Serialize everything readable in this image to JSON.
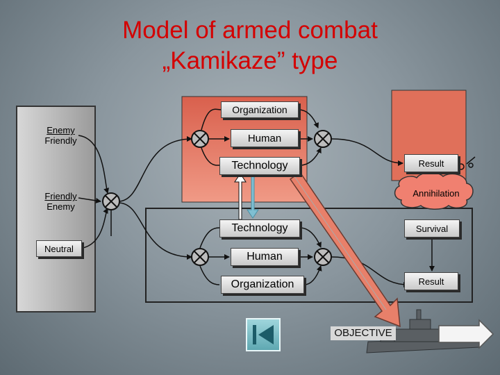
{
  "title": {
    "line1": "Model of armed combat",
    "line2": "„Kamikaze” type"
  },
  "left_panel": {
    "enemy_friendly": [
      "Enemy",
      "Friendly"
    ],
    "friendly_enemy": [
      "Friendly",
      "Enemy"
    ],
    "neutral": "Neutral"
  },
  "top_side": {
    "organization": "Organization",
    "human": "Human",
    "technology": "Technology"
  },
  "bottom_side": {
    "technology": "Technology",
    "human": "Human",
    "organization": "Organization"
  },
  "outcomes": {
    "result_top": "Result",
    "annihilation": "Annihilation",
    "survival": "Survival",
    "result_bottom": "Result"
  },
  "objective": "OBJECTIVE",
  "colors": {
    "title": "#d40000",
    "top_region": "#e0705a",
    "arrow": "#e8806a",
    "annihilation_cloud": "#f08070"
  }
}
